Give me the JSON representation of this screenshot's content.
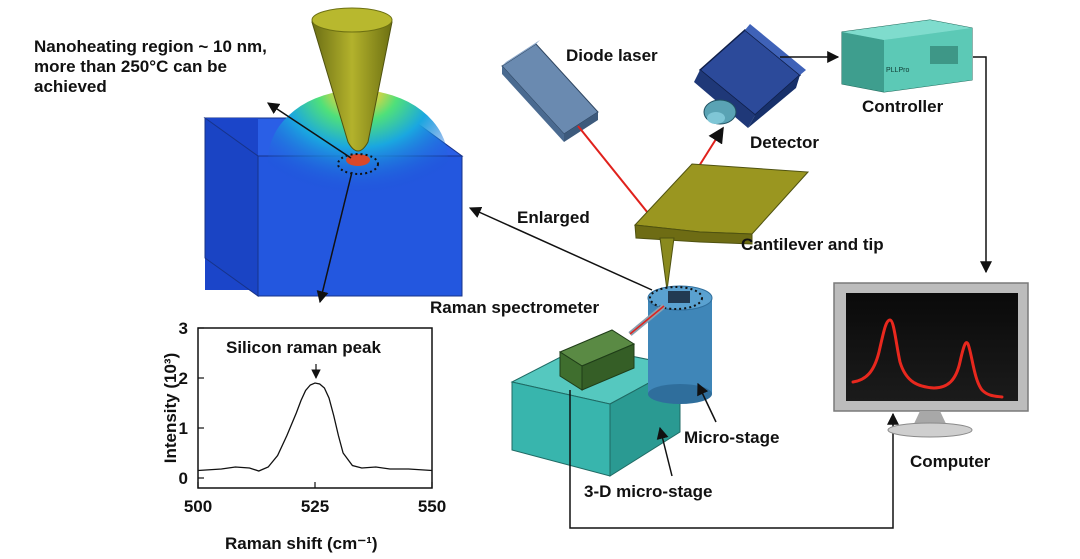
{
  "labels": {
    "nanoheating_line1": "Nanoheating region ~ 10 nm,",
    "nanoheating_line2": "more than 250°C can be",
    "nanoheating_line3": "achieved",
    "diode_laser": "Diode laser",
    "detector": "Detector",
    "controller": "Controller",
    "enlarged": "Enlarged",
    "cantilever_and_tip": "Cantilever and tip",
    "raman_spectrometer": "Raman spectrometer",
    "micro_stage": "Micro-stage",
    "three_d_micro_stage": "3-D micro-stage",
    "computer": "Computer",
    "controller_brand": "PLLPro"
  },
  "colors": {
    "laser": "#e0211c",
    "block_blue": "#1f4fd8",
    "hot_spot": "#d9482a",
    "cantilever": "#9a9620",
    "stage_teal": "#38b5ad",
    "spectrometer_green": "#3f6e2e",
    "micro_stage_blue": "#3f86b8",
    "screen_trace": "#e8281e"
  },
  "chart_data": {
    "type": "line",
    "title": "",
    "annotation": "Silicon raman peak",
    "xlabel": "Raman shift (cm⁻¹)",
    "ylabel": "Intensity (10³)",
    "xlim": [
      500,
      550
    ],
    "ylim": [
      -0.2,
      3
    ],
    "xticks": [
      500,
      525,
      550
    ],
    "yticks": [
      0,
      1,
      2,
      3
    ],
    "grid": false,
    "series": [
      {
        "x": [
          495,
          500,
          505,
          508,
          511,
          513,
          515,
          517,
          519,
          521,
          522,
          523,
          524,
          525,
          526,
          527,
          528,
          529,
          530,
          531,
          533,
          535,
          538,
          541,
          545,
          550
        ],
        "y": [
          0.15,
          0.15,
          0.18,
          0.22,
          0.2,
          0.14,
          0.22,
          0.45,
          0.85,
          1.3,
          1.55,
          1.75,
          1.86,
          1.9,
          1.88,
          1.8,
          1.6,
          1.25,
          0.85,
          0.5,
          0.25,
          0.2,
          0.22,
          0.18,
          0.18,
          0.15
        ]
      }
    ]
  }
}
